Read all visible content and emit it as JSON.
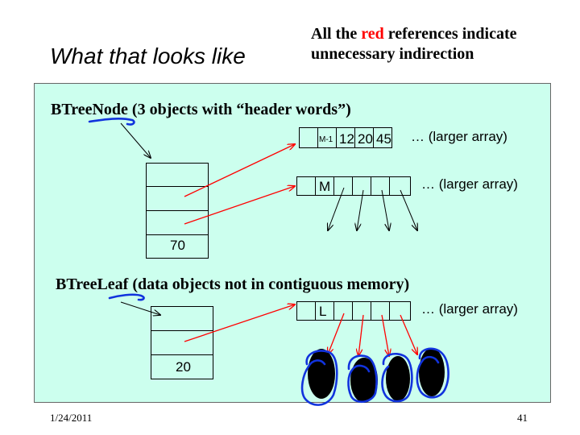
{
  "slide": {
    "title": "What that looks like",
    "note_prefix": "All the ",
    "note_red": "red",
    "note_suffix": " references indicate unnecessary indirection",
    "date": "1/24/2011",
    "page_number": "41"
  },
  "btree_node": {
    "heading_name": "BTreeNode",
    "heading_rest": " (3 objects with “header words”)",
    "value": "70"
  },
  "key_array": {
    "cells": [
      "M-1",
      "12",
      "20",
      "45"
    ],
    "label": "… (larger array)"
  },
  "child_array": {
    "first_cell": "M",
    "label": "… (larger array)"
  },
  "btree_leaf": {
    "heading_name": "BTreeLeaf",
    "heading_rest": " (data objects not in contiguous memory)",
    "value": "20"
  },
  "leaf_array": {
    "first_cell": "L",
    "label": "… (larger array)"
  },
  "colors": {
    "panel": "#ccffee",
    "red": "#ff0000",
    "ink_blue": "#1133dd"
  }
}
